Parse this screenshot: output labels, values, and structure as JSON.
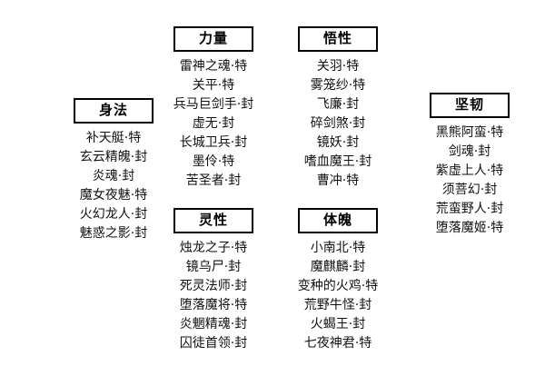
{
  "groups": [
    {
      "title": "身法",
      "items": [
        "补天艇·特",
        "玄云精魄·封",
        "炎魂·封",
        "魔女夜魅·特",
        "火幻龙人·封",
        "魅惑之影·封"
      ]
    },
    {
      "title": "力量",
      "items": [
        "雷神之魂·特",
        "关平·特",
        "兵马巨剑手·封",
        "虚无·封",
        "长城卫兵·封",
        "墨伶·特",
        "苦圣者·封"
      ]
    },
    {
      "title": "悟性",
      "items": [
        "关羽·特",
        "雾笼纱·特",
        "飞廉·封",
        "碎剑煞·封",
        "镜妖·封",
        "嗜血魔王·封",
        "曹冲·特"
      ]
    },
    {
      "title": "坚韧",
      "items": [
        "黑熊阿蛮·特",
        "剑魂·封",
        "紫虚上人·特",
        "须菩幻·封",
        "荒蛮野人·封",
        "堕落魔姬·特"
      ]
    },
    {
      "title": "灵性",
      "items": [
        "烛龙之子·特",
        "镜乌尸·封",
        "死灵法师·封",
        "堕落魔将·特",
        "炎魍精魂·封",
        "囚徒首领·封"
      ]
    },
    {
      "title": "体魄",
      "items": [
        "小南北·特",
        "魔麒麟·封",
        "变种的火鸡·特",
        "荒野牛怪·封",
        "火蝎王·封",
        "七夜神君·特"
      ]
    }
  ]
}
